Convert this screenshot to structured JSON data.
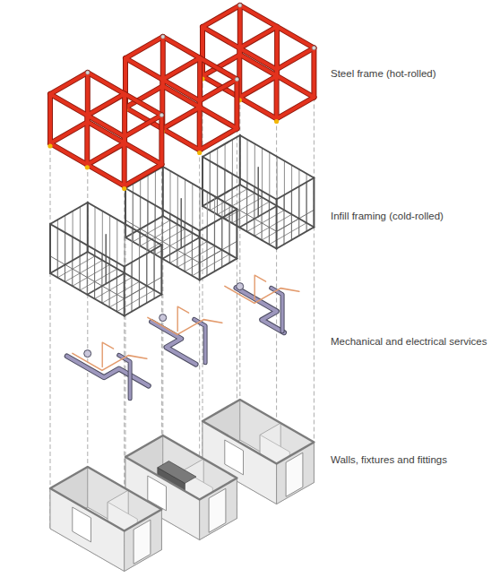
{
  "diagram": {
    "labels": [
      "Steel frame (hot-rolled)",
      "Infill framing (cold-rolled)",
      "Mechanical and electrical services",
      "Walls, fixtures and fittings"
    ]
  }
}
